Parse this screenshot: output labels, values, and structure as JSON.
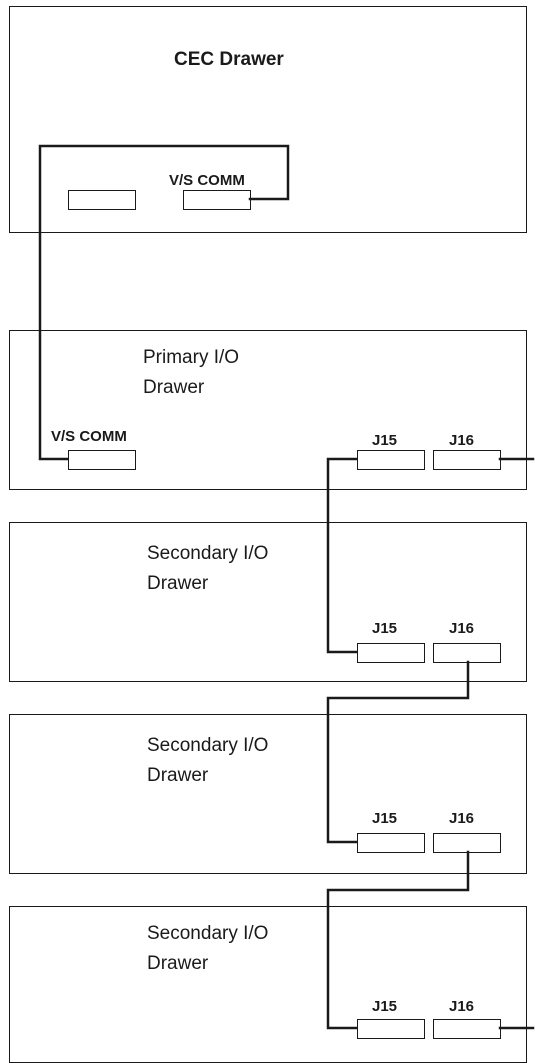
{
  "drawers": [
    {
      "title_lines": [
        "CEC Drawer"
      ],
      "port_labels": [
        "V/S COMM"
      ]
    },
    {
      "title_lines": [
        "Primary I/O",
        "Drawer"
      ],
      "port_labels": [
        "V/S COMM",
        "J15",
        "J16"
      ]
    },
    {
      "title_lines": [
        "Secondary I/O",
        "Drawer"
      ],
      "port_labels": [
        "J15",
        "J16"
      ]
    },
    {
      "title_lines": [
        "Secondary I/O",
        "Drawer"
      ],
      "port_labels": [
        "J15",
        "J16"
      ]
    },
    {
      "title_lines": [
        "Secondary I/O",
        "Drawer"
      ],
      "port_labels": [
        "J15",
        "J16"
      ]
    }
  ],
  "colors": {
    "line": "#1a1a1a",
    "background": "#ffffff"
  }
}
